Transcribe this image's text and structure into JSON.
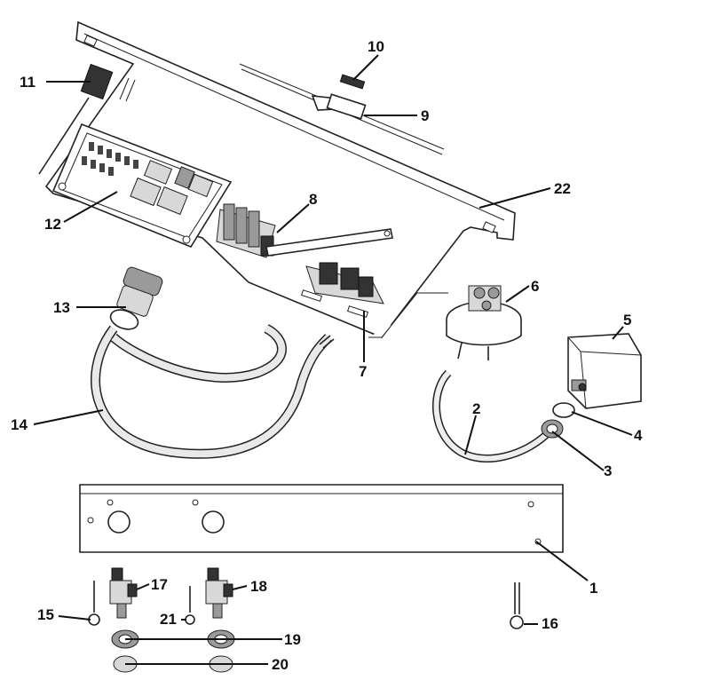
{
  "diagram": {
    "parts": [
      {
        "id": "1",
        "label": "1"
      },
      {
        "id": "2",
        "label": "2"
      },
      {
        "id": "3",
        "label": "3"
      },
      {
        "id": "4",
        "label": "4"
      },
      {
        "id": "5",
        "label": "5"
      },
      {
        "id": "6",
        "label": "6"
      },
      {
        "id": "7",
        "label": "7"
      },
      {
        "id": "8",
        "label": "8"
      },
      {
        "id": "9",
        "label": "9"
      },
      {
        "id": "10",
        "label": "10"
      },
      {
        "id": "11",
        "label": "11"
      },
      {
        "id": "12",
        "label": "12"
      },
      {
        "id": "13",
        "label": "13"
      },
      {
        "id": "14",
        "label": "14"
      },
      {
        "id": "15",
        "label": "15"
      },
      {
        "id": "16",
        "label": "16"
      },
      {
        "id": "17",
        "label": "17"
      },
      {
        "id": "18",
        "label": "18"
      },
      {
        "id": "19",
        "label": "19"
      },
      {
        "id": "20",
        "label": "20"
      },
      {
        "id": "21",
        "label": "21"
      },
      {
        "id": "22",
        "label": "22"
      }
    ]
  }
}
